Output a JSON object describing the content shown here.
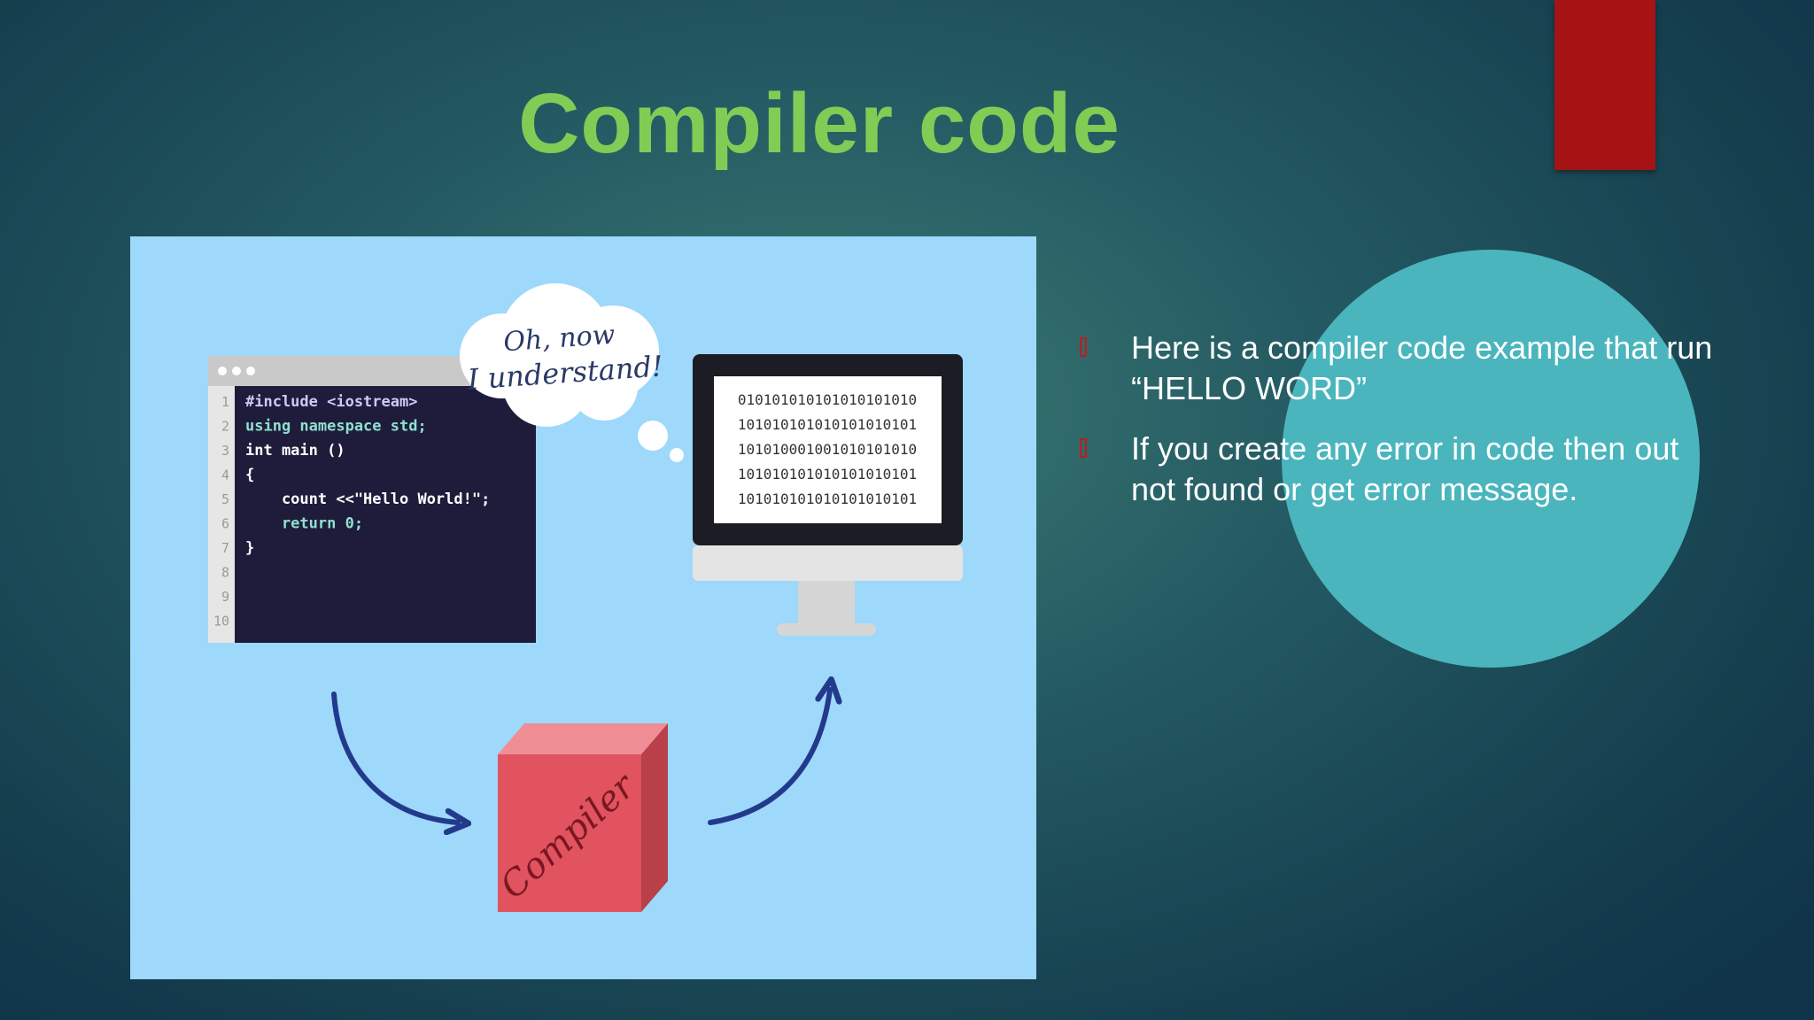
{
  "slide": {
    "title": "Compiler code",
    "bullets": [
      "Here is a compiler code example that run “HELLO WORD”",
      "If you create any error in code then out not found or get error message."
    ]
  },
  "illustration": {
    "thought_line1": "Oh, now",
    "thought_line2": "I understand!",
    "code_lines": [
      {
        "num": "1",
        "text": "#include <iostream>"
      },
      {
        "num": "2",
        "text": "using namespace std;"
      },
      {
        "num": "3",
        "text": "int main ()"
      },
      {
        "num": "4",
        "text": "{"
      },
      {
        "num": "5",
        "text": "    count <<\"Hello World!\";"
      },
      {
        "num": "6",
        "text": "    return 0;"
      },
      {
        "num": "7",
        "text": "}"
      },
      {
        "num": "8",
        "text": ""
      },
      {
        "num": "9",
        "text": ""
      },
      {
        "num": "10",
        "text": ""
      }
    ],
    "binary_lines": [
      "010101010101010101010",
      "101010101010101010101",
      "101010001001010101010",
      "101010101010101010101",
      "101010101010101010101"
    ],
    "compiler_label": "Compiler"
  },
  "colors": {
    "title": "#80cc55",
    "accent_red": "#a51314",
    "circle": "#4ab5bd",
    "illustration_bg": "#9ed8fa",
    "code_bg": "#1e1c3a",
    "arrow": "#233a8c",
    "cube_front": "#e0535f"
  }
}
